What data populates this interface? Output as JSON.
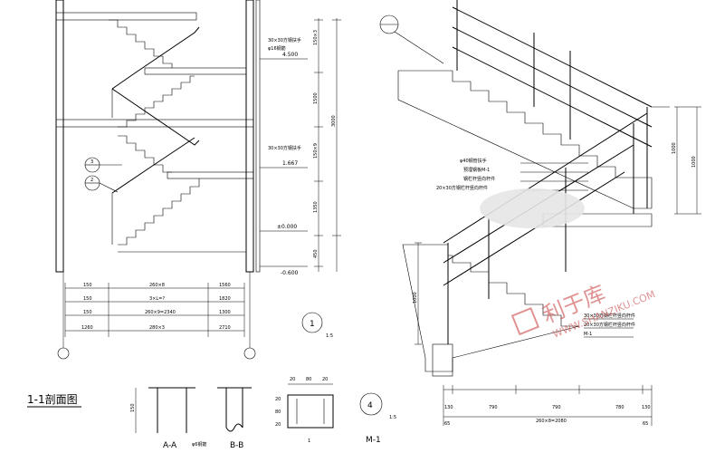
{
  "section_title": "1-1剖面图",
  "detail_labels": {
    "aa": "A-A",
    "bb": "B-B",
    "m1": "M-1",
    "m1_small": "M-1"
  },
  "circle_labels": {
    "c1": "1",
    "c4": "4",
    "c3": "3",
    "c2": "2",
    "c1_scale": "1:5",
    "c4_scale": "1:5"
  },
  "elevations": {
    "e4500": "4.500",
    "e1667": "1.667",
    "e0000": "±0.000",
    "em0600": "-0.600"
  },
  "notes_left": {
    "n1": "30×30方钢扶手",
    "n2": "φ16钢筋",
    "n3": "30×30方钢扶手"
  },
  "notes_right": {
    "r1": "φ40钢管扶手",
    "r2": "预埋钢板M-1",
    "r3": "钢栏杆竖向杆件",
    "r4": "20×30方钢栏杆竖向杆件",
    "r5": "30×30方钢栏杆竖向杆件",
    "r6": "20×30方钢栏杆竖向杆件",
    "r7": "M-1"
  },
  "dims_left_table": {
    "row1": [
      "150",
      "260×8",
      "1560"
    ],
    "row2": [
      "150",
      "3×L=?",
      "1820"
    ],
    "row3": [
      "150",
      "260×9=2340",
      "1300"
    ],
    "row4": [
      "1260",
      "280×3",
      "2710"
    ]
  },
  "dims_right_vertical": {
    "v1": "1000",
    "v2": "1000",
    "v3": "1000"
  },
  "dims_right_bottom": {
    "b1": "130",
    "b2": "790",
    "b3": "790",
    "b4": "780",
    "b5": "130",
    "total": "260×8=2080",
    "end1": "65",
    "end2": "65"
  },
  "dims_mid_vertical": [
    "150×3",
    "1500",
    "3000",
    "150×9",
    "1350",
    "450"
  ],
  "detail_dims": {
    "aa_h": "150",
    "bb_note": "φ6钢筋",
    "m1_top": [
      "20",
      "80",
      "20"
    ],
    "m1_side": [
      "20",
      "80",
      "20"
    ],
    "small_one": "1"
  },
  "watermark": {
    "brand": "利于库",
    "url": "WWW.SHANZIKU.COM"
  }
}
